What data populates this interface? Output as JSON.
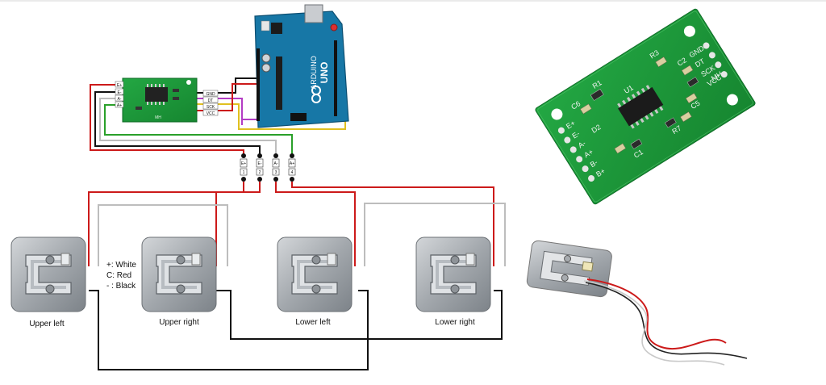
{
  "legend": {
    "lines": [
      "+: White",
      "C: Red",
      "- : Black"
    ]
  },
  "load_cells": [
    {
      "label": "Upper left"
    },
    {
      "label": "Upper right"
    },
    {
      "label": "Lower left"
    },
    {
      "label": "Lower right"
    }
  ],
  "connector_pins": [
    {
      "top": "E+",
      "bottom": "1"
    },
    {
      "top": "E-",
      "bottom": "2"
    },
    {
      "top": "A-",
      "bottom": "3"
    },
    {
      "top": "A+",
      "bottom": "4"
    }
  ],
  "hx711": {
    "left_pins": [
      "E+",
      "E-",
      "A-",
      "A+"
    ],
    "right_pins": [
      "GND",
      "DT",
      "SCK",
      "VCC"
    ],
    "mark": "MH"
  },
  "arduino": {
    "logo_text": "UNO",
    "brand_text": "ARDUINO"
  },
  "board_photo": {
    "top_pins": [
      "GND",
      "DT",
      "SCK",
      "VCC"
    ],
    "left_pins": [
      "E+",
      "E-",
      "A-",
      "A+",
      "B-",
      "B+"
    ],
    "parts": [
      "C6",
      "R1",
      "D2",
      "U1",
      "R3",
      "C2",
      "C5",
      "R7",
      "C1"
    ],
    "mark": "MH"
  },
  "colors": {
    "wire_red": "#cc1a1a",
    "wire_black": "#111111",
    "wire_white": "#bdbdbd",
    "wire_green": "#2aa02a",
    "wire_yellow": "#e0c020",
    "wire_purple": "#b33cc4",
    "pcb_green": "#1e9a3a",
    "arduino_blue": "#1777a6",
    "cell_metal": "#a9aeb2"
  }
}
